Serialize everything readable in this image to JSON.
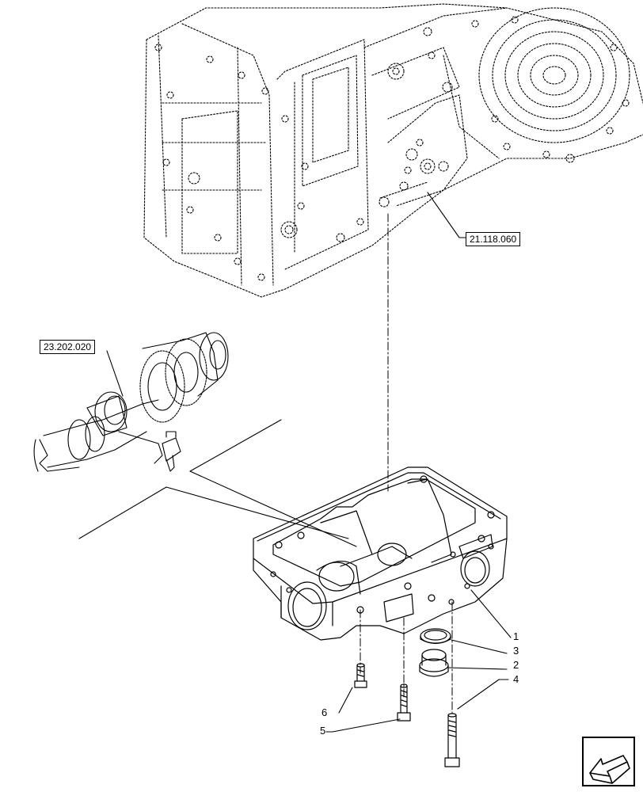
{
  "references": {
    "transmission_housing": "21.118.060",
    "gear_shaft": "23.202.020"
  },
  "callouts": {
    "part_1": "1",
    "part_2": "2",
    "part_3": "3",
    "part_4": "4",
    "part_5": "5",
    "part_6": "6"
  },
  "nav": {
    "icon": "arrow-icon"
  },
  "colors": {
    "line": "#000000",
    "background": "#ffffff"
  }
}
